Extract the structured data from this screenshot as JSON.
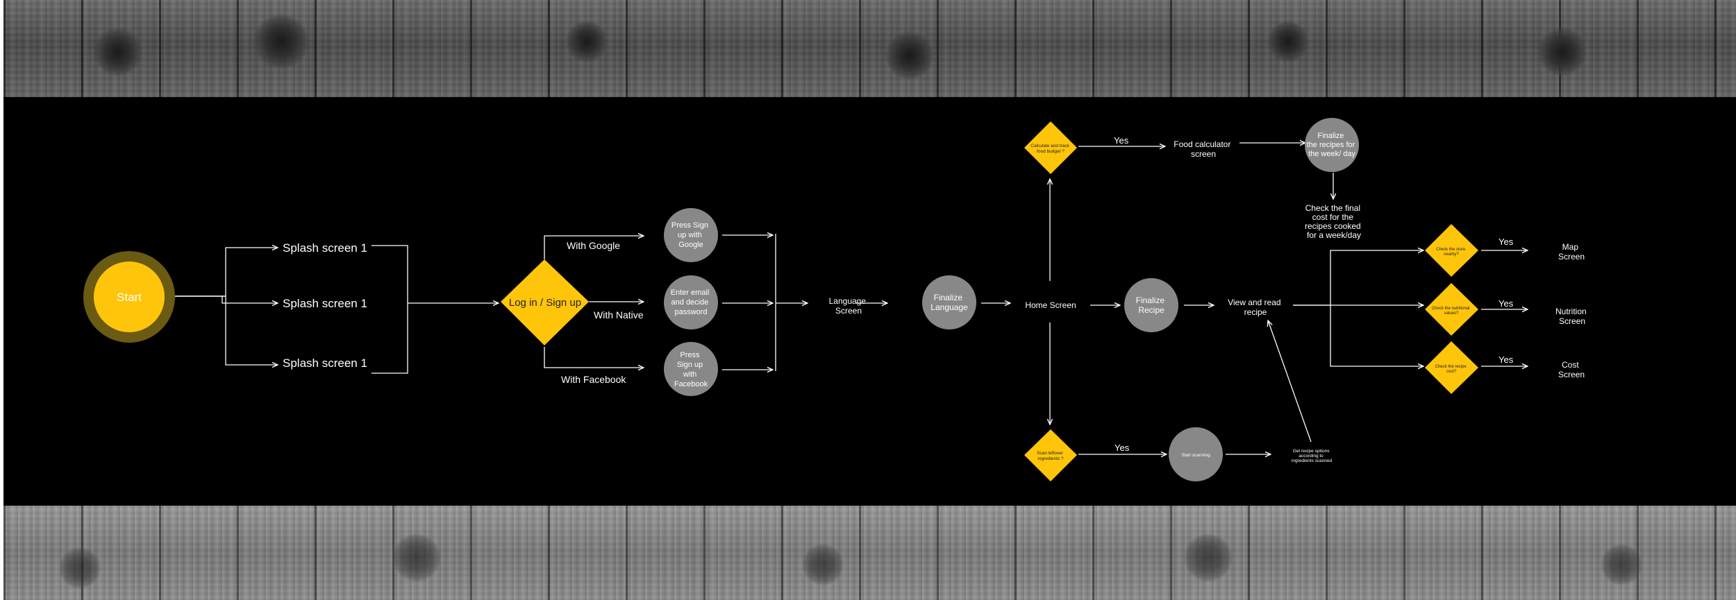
{
  "nodes": {
    "start": "Start",
    "splash_top": "Splash screen 1",
    "splash_mid": "Splash screen 1",
    "splash_bot": "Splash screen 1",
    "login": "Log in / Sign up",
    "with_google": "With Google",
    "with_native": "With Native",
    "with_facebook": "With Facebook",
    "google_circle": [
      "Press Sign",
      "up with",
      "Google"
    ],
    "native_circle": [
      "Enter email",
      "and decide",
      "password"
    ],
    "facebook_circle": [
      "Press",
      "Sign up",
      "with",
      "Facebook"
    ],
    "language_screen": [
      "Language",
      "Screen"
    ],
    "finalize_language": [
      "Finalize",
      "Language"
    ],
    "home_screen": "Home Screen",
    "finalize_recipe": [
      "Finalize",
      "Recipe"
    ],
    "view_recipe": [
      "View and read",
      "recipe"
    ],
    "budget_decision": [
      "Calculate and track",
      "food budget ?"
    ],
    "yes_budget": "Yes",
    "food_calculator": [
      "Food calculator",
      "screen"
    ],
    "finalize_week": [
      "Finalize",
      "the recipes for",
      "the week/ day"
    ],
    "check_final_cost": [
      "Check the final",
      "cost for the",
      "recipes cooked",
      "for a week/day"
    ],
    "scan_decision": [
      "Scan leftover",
      "ingredients ?"
    ],
    "yes_scan": "Yes",
    "start_scanning": "Start scanning",
    "get_options": [
      "Get recipe options",
      "according to",
      "ingredients scanned"
    ],
    "store_decision": [
      "Check the store",
      "nearby?"
    ],
    "nutrition_decision": [
      "Check the nutritional",
      "values?"
    ],
    "cost_decision": [
      "Check the recipe",
      "cost?"
    ],
    "yes_store": "Yes",
    "yes_nutrition": "Yes",
    "yes_cost": "Yes",
    "map_screen": [
      "Map",
      "Screen"
    ],
    "nutrition_screen": [
      "Nutrition",
      "Screen"
    ],
    "cost_screen": [
      "Cost",
      "Screen"
    ]
  },
  "colors": {
    "canvas": "#000000",
    "accent_yellow": "#FFC50A",
    "halo": "#6B5A12",
    "circle_gray": "#888888",
    "line": "#FFFFFF"
  }
}
